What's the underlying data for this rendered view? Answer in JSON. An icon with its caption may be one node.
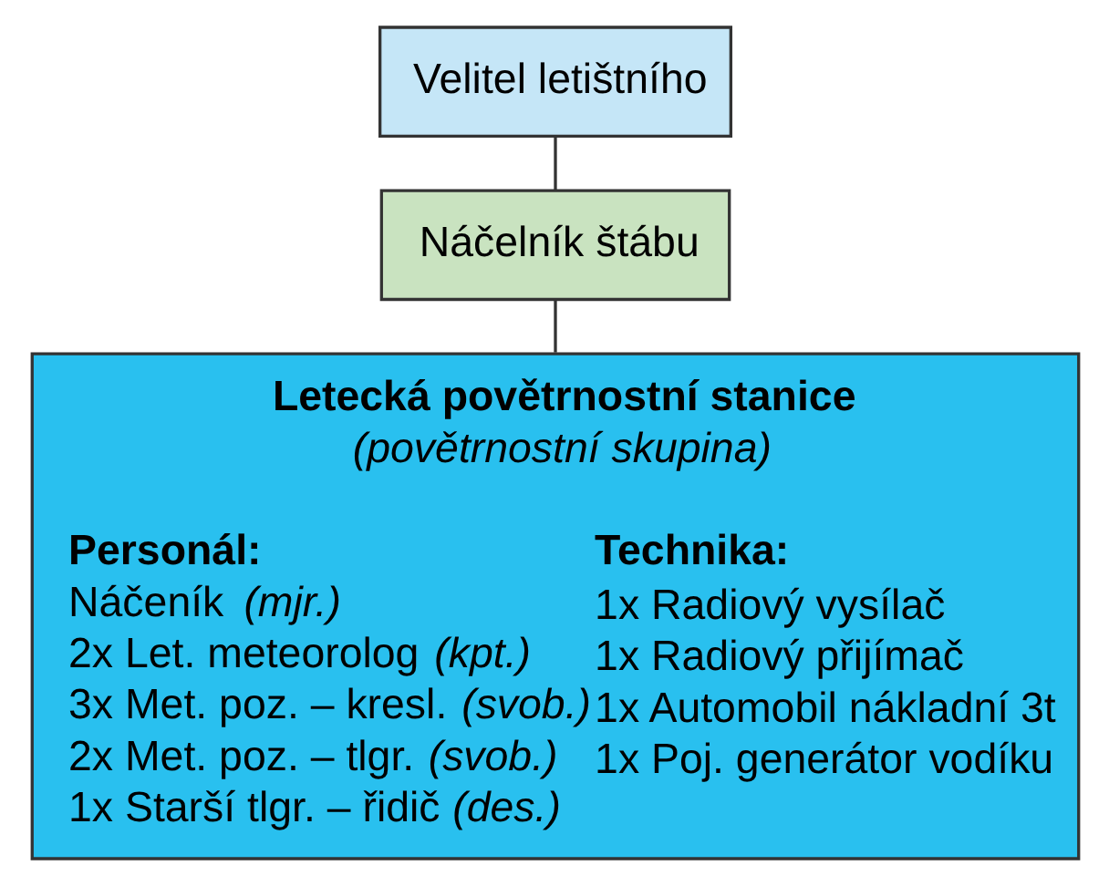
{
  "diagram": {
    "nodes": [
      {
        "text": [
          "Velitel letištního"
        ]
      },
      {
        "text": [
          "Náčelník štábu"
        ]
      },
      {
        "text": [
          "Letecká povětrnostní stanice",
          "(povětrnostní skupina)",
          "Personál:",
          "Náčeník *(mjr.)*",
          "2x Let. meteorolog *(kpt.)*",
          "3x Met. poz. – kresl. *(svob.)*",
          "2x Met. poz. – tlgr. *(svob.)*",
          "1x Starší tlgr. – řidič *(des.)*",
          "Technika:",
          "1x Radiový vysílač",
          "1x Radiový přijímač",
          "1x Automobil nákladní 3t",
          "1x Poj. generátor vodíku"
        ]
      }
    ],
    "edges": [
      {
        "from": 0,
        "to": 1,
        "arrow": "none"
      },
      {
        "from": 1,
        "to": 2,
        "arrow": "none"
      }
    ]
  }
}
